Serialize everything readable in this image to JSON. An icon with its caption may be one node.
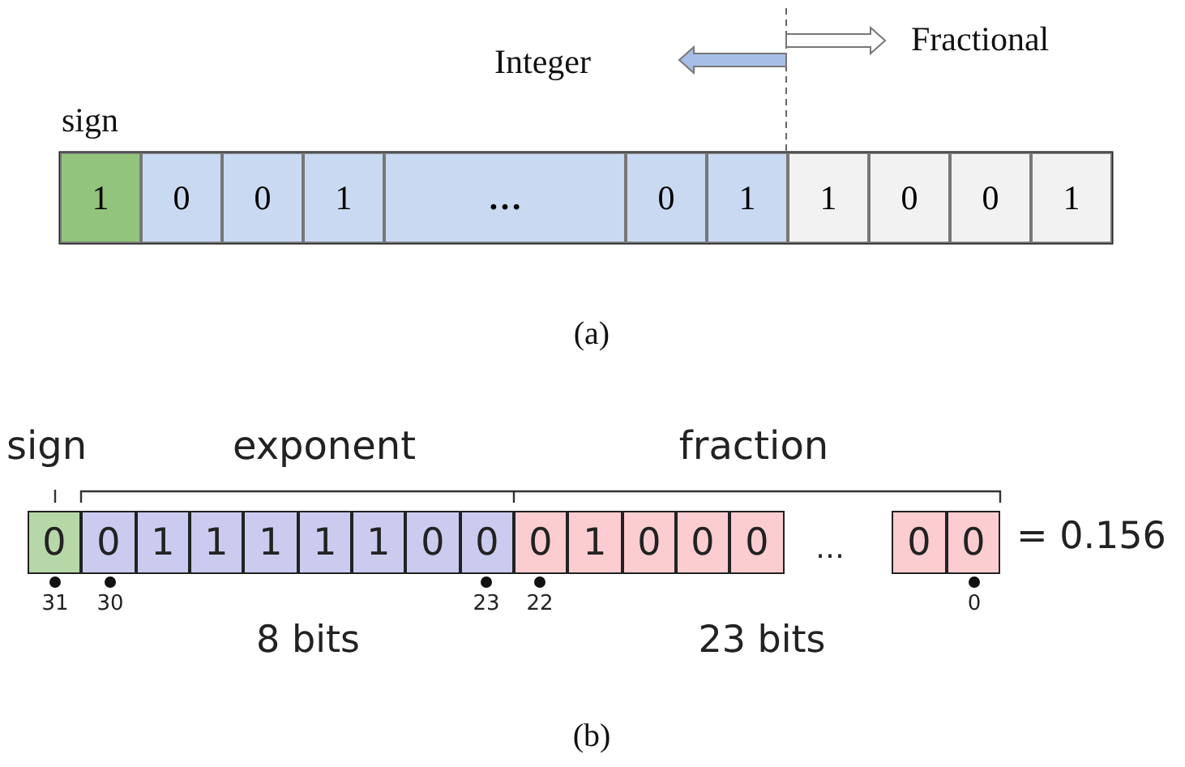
{
  "diagram": {
    "nodes": [
      {
        "text": [
          "1"
        ]
      },
      {
        "text": [
          "0"
        ]
      },
      {
        "text": [
          "0"
        ]
      },
      {
        "text": [
          "1"
        ]
      },
      {
        "text": [
          "…"
        ]
      },
      {
        "text": [
          "0"
        ]
      },
      {
        "text": [
          "1"
        ]
      },
      {
        "text": [
          "1"
        ]
      },
      {
        "text": [
          "0"
        ]
      },
      {
        "text": [
          "0"
        ]
      },
      {
        "text": [
          "1"
        ]
      },
      {
        "text": [
          "0"
        ]
      },
      {
        "text": [
          "0"
        ]
      },
      {
        "text": [
          "1"
        ]
      },
      {
        "text": [
          "1"
        ]
      },
      {
        "text": [
          "1"
        ]
      },
      {
        "text": [
          "1"
        ]
      },
      {
        "text": [
          "1"
        ]
      },
      {
        "text": [
          "0"
        ]
      },
      {
        "text": [
          "0"
        ]
      },
      {
        "text": [
          "0"
        ]
      },
      {
        "text": [
          "1"
        ]
      },
      {
        "text": [
          "0"
        ]
      },
      {
        "text": [
          "0"
        ]
      },
      {
        "text": [
          "0"
        ]
      },
      {
        "text": [
          "0"
        ]
      },
      {
        "text": [
          "0"
        ]
      }
    ],
    "edges": [],
    "labels": [
      "Fractional",
      "Integer",
      "sign",
      "(a)",
      "sign",
      "exponent",
      "fraction",
      "…",
      "= 0.156",
      "31",
      "30",
      "23",
      "22",
      "0",
      "8 bits",
      "23 bits",
      "(b)"
    ]
  }
}
